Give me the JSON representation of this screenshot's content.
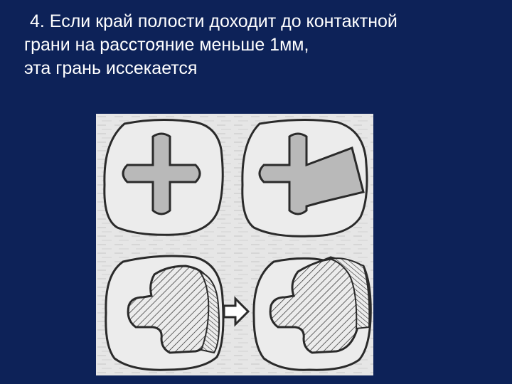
{
  "slide": {
    "title_lines": [
      "4. Если край полости доходит до контактной",
      "грани на расстояние меньше 1мм,",
      "эта грань иссекается"
    ]
  },
  "figure": {
    "description_icon": "tooth-cavity-diagram",
    "colors": {
      "background": "#0d2258",
      "paper": "#ececec",
      "ink": "#2a2a2a",
      "cavity_fill": "#b9b9b9",
      "text": "#ffffff"
    }
  }
}
